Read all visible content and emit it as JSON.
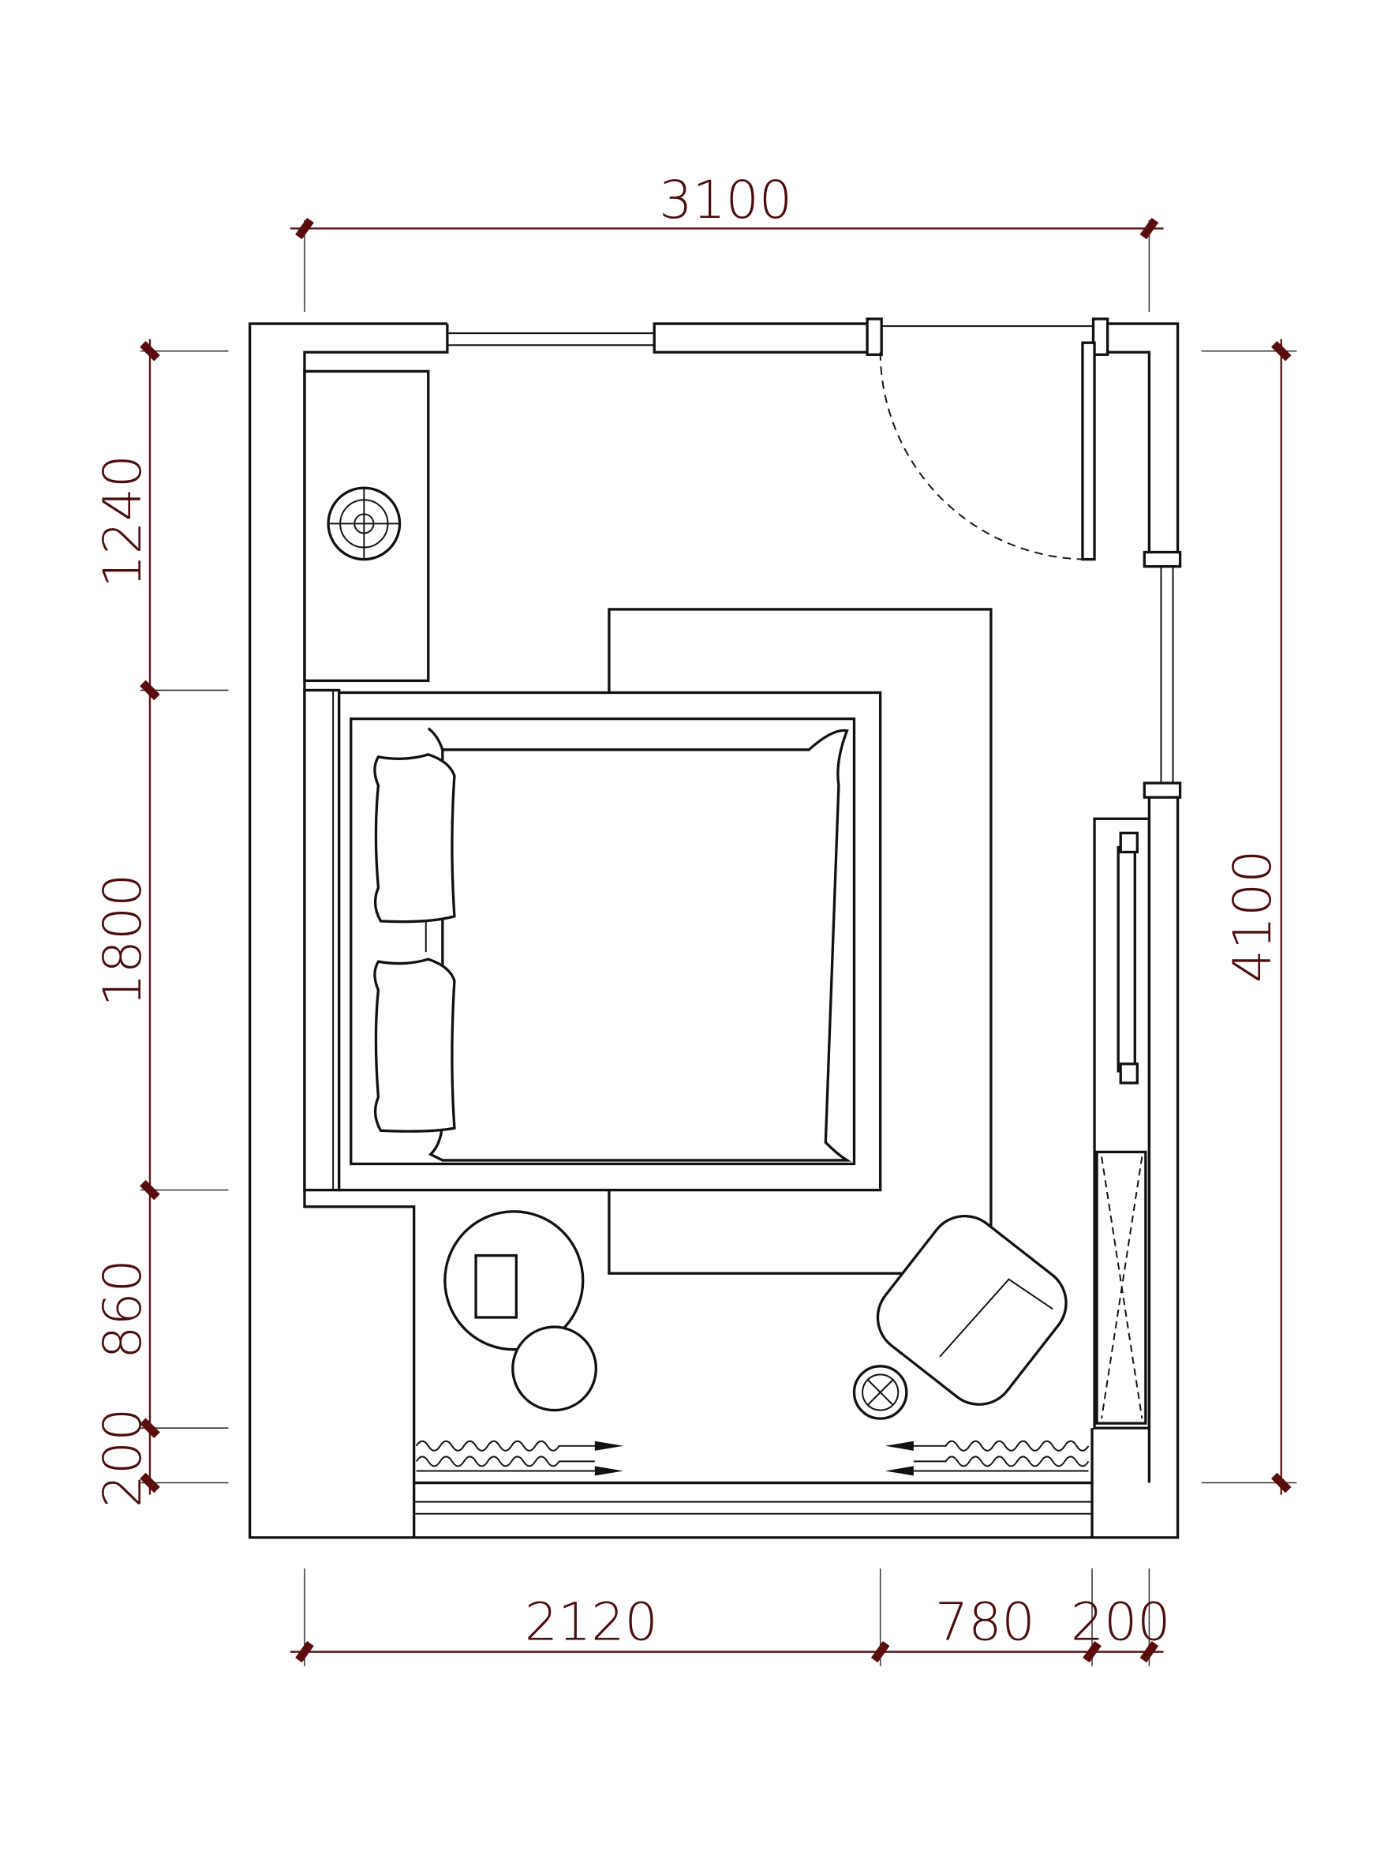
{
  "dimensions": {
    "top_total": "3100",
    "left": [
      "1240",
      "1800",
      "860",
      "200"
    ],
    "right_total": "4100",
    "bottom": [
      "2120",
      "780",
      "200"
    ]
  },
  "colors": {
    "dimension": "#4a0c0c",
    "lines": "#111111"
  }
}
